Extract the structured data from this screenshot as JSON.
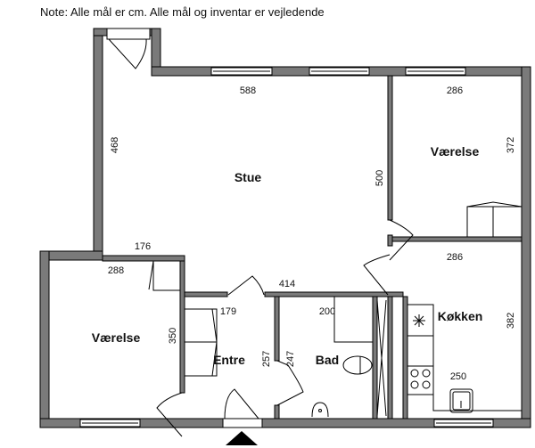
{
  "note": "Note: Alle mål er cm. Alle mål og inventar er vejledende",
  "rooms": {
    "stue": "Stue",
    "vaerelse_1": "Værelse",
    "vaerelse_2": "Værelse",
    "koekken": "Køkken",
    "entre": "Entre",
    "bad": "Bad"
  },
  "dimensions": {
    "stue_width": "588",
    "stue_height": "468",
    "stue_partition": "500",
    "stue_lower": "176",
    "vaerelse_top_width": "286",
    "vaerelse_top_height": "372",
    "koekken_width": "286",
    "koekken_height": "382",
    "koekken_counter": "250",
    "vaerelse_left_width": "288",
    "vaerelse_left_height": "350",
    "hall_wall": "414",
    "entre_width": "179",
    "entre_height": "257",
    "bad_width": "200",
    "bad_height": "247"
  },
  "icons": [
    "entrance-arrow-icon",
    "stove-icon",
    "sink-icon",
    "toilet-icon",
    "washbasin-icon",
    "extractor-fan-icon"
  ]
}
